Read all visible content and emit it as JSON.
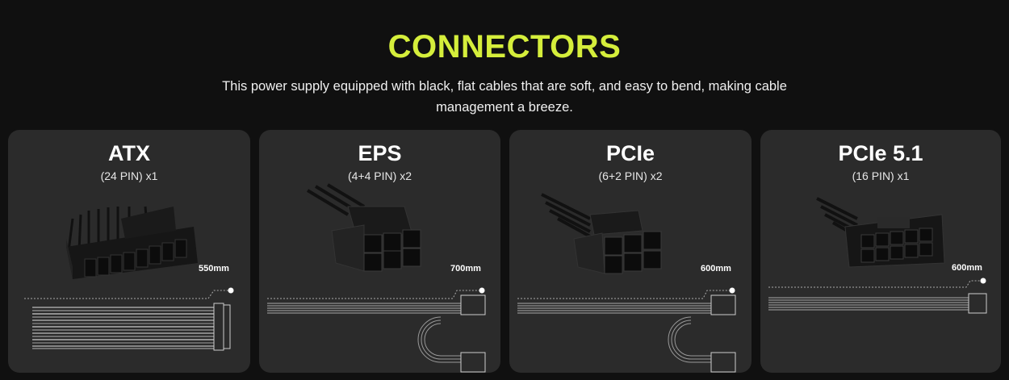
{
  "section": {
    "title": "CONNECTORS",
    "description": "This power supply equipped with black, flat cables that are soft, and easy to bend, making cable management a breeze."
  },
  "connectors": [
    {
      "name": "ATX",
      "pins": "(24 PIN) x1",
      "length": "550mm"
    },
    {
      "name": "EPS",
      "pins": "(4+4 PIN) x2",
      "length": "700mm"
    },
    {
      "name": "PCIe",
      "pins": "(6+2 PIN) x2",
      "length": "600mm"
    },
    {
      "name": "PCIe 5.1",
      "pins": "(16 PIN) x1",
      "length": "600mm"
    }
  ],
  "colors": {
    "accent": "#d5ee3b",
    "background": "#101010",
    "card": "#2b2b2b"
  }
}
